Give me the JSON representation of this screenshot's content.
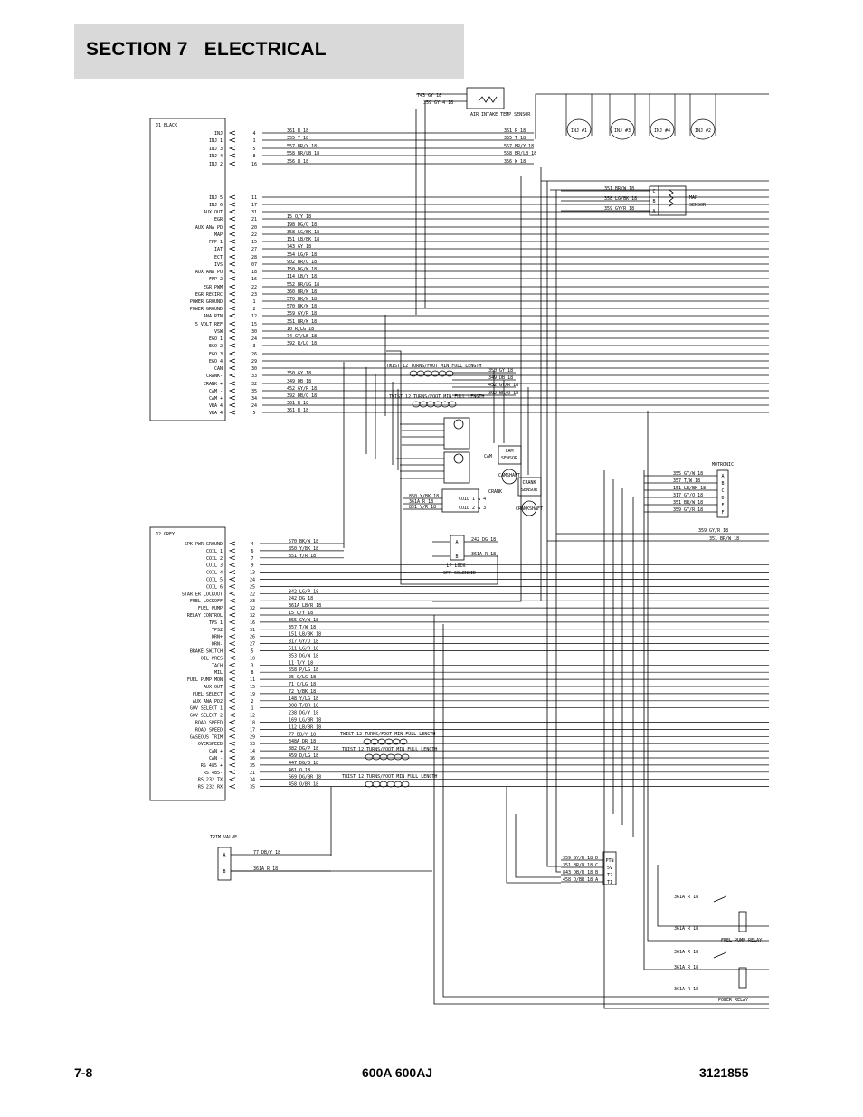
{
  "header": {
    "title": "SECTION 7   ELECTRICAL"
  },
  "footer": {
    "page": "7-8",
    "model": "600A 600AJ",
    "doc_number": "3121855"
  },
  "connectors": {
    "j1": {
      "title": "J1 BLACK",
      "pins": [
        {
          "label": "INJ",
          "pin": "4",
          "wire": "361 R 18"
        },
        {
          "label": "INJ 1",
          "pin": "1",
          "wire": "355 T 18"
        },
        {
          "label": "INJ 3",
          "pin": "5",
          "wire": "557 BR/Y 18"
        },
        {
          "label": "INJ 4",
          "pin": "8",
          "wire": "558 BR/LB 18"
        },
        {
          "label": "INJ 2",
          "pin": "16",
          "wire": "356 W 18"
        },
        {
          "label": "INJ 5",
          "pin": "11",
          "wire": ""
        },
        {
          "label": "INJ 6",
          "pin": "17",
          "wire": ""
        },
        {
          "label": "AUX OUT",
          "pin": "31",
          "wire": ""
        },
        {
          "label": "EGR",
          "pin": "21",
          "wire": "15 O/Y 18"
        },
        {
          "label": "AUX ANA PD",
          "pin": "20",
          "wire": "198 DG/O 18"
        },
        {
          "label": "MAP",
          "pin": "22",
          "wire": "358 LG/BK 18"
        },
        {
          "label": "FPP 1",
          "pin": "15",
          "wire": "151 LB/BK 18"
        },
        {
          "label": "IAT",
          "pin": "27",
          "wire": "743 GY 18"
        },
        {
          "label": "ECT",
          "pin": "28",
          "wire": "354 LG/R 18"
        },
        {
          "label": "IVS",
          "pin": "07",
          "wire": "902 BR/O 18"
        },
        {
          "label": "AUX ANA PU",
          "pin": "18",
          "wire": "150 DG/W 18"
        },
        {
          "label": "FPP 2",
          "pin": "16",
          "wire": "114 LB/Y 18"
        },
        {
          "label": "EGR PWM",
          "pin": "22",
          "wire": "552 BR/LG 18"
        },
        {
          "label": "EGR RECIRC",
          "pin": "23",
          "wire": "360 BR/W 18"
        },
        {
          "label": "POWER GROUND",
          "pin": "1",
          "wire": "570 BK/W 18"
        },
        {
          "label": "POWER GROUND",
          "pin": "2",
          "wire": "570 BK/W 18"
        },
        {
          "label": "ANA RTN",
          "pin": "12",
          "wire": "359 GY/R 18"
        },
        {
          "label": "5 VOLT REF",
          "pin": "15",
          "wire": "351 BR/W 18"
        },
        {
          "label": "VSW",
          "pin": "30",
          "wire": "10 R/LG 18"
        },
        {
          "label": "EGO 1",
          "pin": "24",
          "wire": "74 GY/LB 18"
        },
        {
          "label": "EGO 2",
          "pin": "3",
          "wire": "392 R/LG 18"
        },
        {
          "label": "EGO 3",
          "pin": "26",
          "wire": ""
        },
        {
          "label": "EGO 4",
          "pin": "29",
          "wire": ""
        },
        {
          "label": "CAN",
          "pin": "30",
          "wire": ""
        },
        {
          "label": "CRANK-",
          "pin": "33",
          "wire": "350 GY 18"
        },
        {
          "label": "CRANK +",
          "pin": "32",
          "wire": "349 DB 18"
        },
        {
          "label": "CAM -",
          "pin": "35",
          "wire": "452 GY/R 18"
        },
        {
          "label": "CAM +",
          "pin": "34",
          "wire": "392 DB/O 18"
        },
        {
          "label": "VRA 4",
          "pin": "24",
          "wire": "361 R 18"
        },
        {
          "label": "VRA 4",
          "pin": "5",
          "wire": "361 R 18"
        }
      ]
    },
    "j2": {
      "title": "J2 GREY",
      "pins": [
        {
          "label": "SPK PWR GROUND",
          "pin": "4",
          "wire": "570 BK/W 18"
        },
        {
          "label": "COIL 1",
          "pin": "6",
          "wire": "850 Y/BK 18"
        },
        {
          "label": "COIL 2",
          "pin": "7",
          "wire": "851 Y/R 18"
        },
        {
          "label": "COIL 3",
          "pin": "9",
          "wire": ""
        },
        {
          "label": "COIL 4",
          "pin": "13",
          "wire": ""
        },
        {
          "label": "COIL 5",
          "pin": "24",
          "wire": ""
        },
        {
          "label": "COIL 6",
          "pin": "25",
          "wire": ""
        },
        {
          "label": "STARTER LOCKOUT",
          "pin": "22",
          "wire": "842 LG/P 18"
        },
        {
          "label": "FUEL LOCKOFF",
          "pin": "23",
          "wire": "242 DG 18"
        },
        {
          "label": "FUEL PUMP",
          "pin": "32",
          "wire": "361A LB/R 18"
        },
        {
          "label": "RELAY CONTROL",
          "pin": "32",
          "wire": "15 O/Y 18"
        },
        {
          "label": "TPS 1",
          "pin": "16",
          "wire": "355 GY/W 18"
        },
        {
          "label": "TPS2",
          "pin": "31",
          "wire": "357 T/W 18"
        },
        {
          "label": "DRN+",
          "pin": "26",
          "wire": "151 LB/BK 18"
        },
        {
          "label": "DRN-",
          "pin": "27",
          "wire": "317 GY/O 18"
        },
        {
          "label": "BRAKE SWITCH",
          "pin": "5",
          "wire": "511 LG/R 18"
        },
        {
          "label": "OIL PRES",
          "pin": "10",
          "wire": "353 DG/W 18"
        },
        {
          "label": "TACH",
          "pin": "3",
          "wire": "11 T/Y 18"
        },
        {
          "label": "MIL",
          "pin": "8",
          "wire": "658 P/LG 18"
        },
        {
          "label": "FUEL PUMP MON",
          "pin": "11",
          "wire": "25 O/LG 18"
        },
        {
          "label": "AUX OUT",
          "pin": "15",
          "wire": "71 O/LG 18"
        },
        {
          "label": "FUEL SELECT",
          "pin": "19",
          "wire": "72 Y/BK 18"
        },
        {
          "label": "AUX ANA PD2",
          "pin": "2",
          "wire": "148 Y/LG 18"
        },
        {
          "label": "GOV SELECT 1",
          "pin": "1",
          "wire": "308 T/BR 18"
        },
        {
          "label": "GOV SELECT 2",
          "pin": "12",
          "wire": "238 DG/Y 18"
        },
        {
          "label": "ROAD SPEED",
          "pin": "18",
          "wire": "169 LG/BR 18"
        },
        {
          "label": "ROAD SPEED",
          "pin": "17",
          "wire": "112 LB/BR 18"
        },
        {
          "label": "GASEOUS TRIM",
          "pin": "29",
          "wire": "77 DB/Y 18"
        },
        {
          "label": "OVERSPEED",
          "pin": "33",
          "wire": "348A DR 18"
        },
        {
          "label": "CAN +",
          "pin": "14",
          "wire": "882 DG/P 18"
        },
        {
          "label": "CAN -",
          "pin": "36",
          "wire": "459 D/LG 18"
        },
        {
          "label": "RS 485 +",
          "pin": "35",
          "wire": "447 DG/O 18"
        },
        {
          "label": "RS 485-",
          "pin": "21",
          "wire": "461 O 18"
        },
        {
          "label": "RS 232 TX",
          "pin": "34",
          "wire": "669 DG/BR 18"
        },
        {
          "label": "RS 232 RX",
          "pin": "35",
          "wire": "458 O/BR 18"
        }
      ]
    }
  },
  "components": {
    "air_intake": {
      "label": "AIR INTAKE TEMP SENSOR",
      "wire_1": "743 GY 18",
      "wire_2": "359 GY-4 18"
    },
    "injectors": [
      "INJ #1",
      "INJ #3",
      "INJ #4",
      "INJ #2"
    ],
    "injector_wires": [
      "361 R 18",
      "355 T 18",
      "557 BR/Y 18",
      "558 BR/LB 18",
      "356 W 18"
    ],
    "map_sensor": {
      "label": "MAP SENSOR",
      "pins": [
        "C",
        "B",
        "A"
      ],
      "wires": [
        "351 BR/W 18",
        "358 LG/BK 18",
        "359 GY/R 18"
      ]
    },
    "crank_cam_wires": [
      "350 GY 18",
      "349 DB 18",
      "452 GY/R 18",
      "392 BR/O 18"
    ],
    "twist_notes": [
      "TWIST 12 TURNS/FOOT MIN FULL LENGTH",
      "TWIST 12 TURNS/FOOT MIN FULL LENGTH",
      "TWIST 12 TURNS/FOOT MIN FULL LENGTH",
      "TWIST 12 TURNS/FOOT MIN FULL LENGTH",
      "TWIST 12 TURNS/FOOT MIN FULL LENGTH"
    ],
    "motronic": {
      "label": "MOTRONIC",
      "pins": [
        "A",
        "B",
        "C",
        "D",
        "E",
        "F"
      ],
      "wires": [
        "355 GY/W 18",
        "357 T/W 18",
        "151 LB/BK 18",
        "317 GY/O 18",
        "351 BR/W 18",
        "359 GY/R 18"
      ]
    },
    "extra_wires": [
      "359 GY/R 18",
      "351 BR/W 18"
    ],
    "cam_sensor": {
      "label": "CAM SENSOR",
      "tag": "CAM"
    },
    "crank_sensor": {
      "label": "CRANK SENSOR",
      "tag": "CRANK"
    },
    "camshaft_label": "CAMSHAFT",
    "crankshaft_label": "CRANKSHAFT",
    "coil_block": {
      "label_1": "COIL 1 & 4",
      "label_2": "COIL 2 & 3",
      "wires": [
        "850 Y/BK 18",
        "361A R 18",
        "851 Y/R 18"
      ]
    },
    "lp_lock": {
      "label": "LP LOCK OFF SOLENOID",
      "pins": [
        "A",
        "B"
      ],
      "wires": [
        "242 DG 18",
        "361A R 18"
      ]
    },
    "trim_valve": {
      "label": "TRIM VALVE",
      "pins": [
        "A",
        "B"
      ],
      "wires": [
        "77 DB/Y 18",
        "361A R 18"
      ]
    },
    "ptn": {
      "pins": [
        "D",
        "C",
        "B",
        "A"
      ],
      "wires": [
        "359 GY/R 18 D",
        "351 BR/W 18 C",
        "843 DB/R 18 B",
        "458 O/BR 18 A"
      ],
      "labels": [
        "PTN",
        "5V",
        "T2",
        "T1"
      ]
    },
    "fuel_pump_relay": {
      "label": "FUEL PUMP RELAY"
    },
    "power_relay": {
      "label": "POWER RELAY"
    },
    "relay_wires": [
      "361A R 18",
      "361A R 18",
      "361A R 18",
      "361A R 18",
      "361A R 18"
    ]
  },
  "colors": {
    "header_band": "#d9d9d9",
    "line": "#000000",
    "background": "#ffffff"
  },
  "icons": [
    "connector-arrow-icon",
    "injector-icon",
    "sensor-icon",
    "relay-switch-icon",
    "twisted-pair-icon"
  ]
}
